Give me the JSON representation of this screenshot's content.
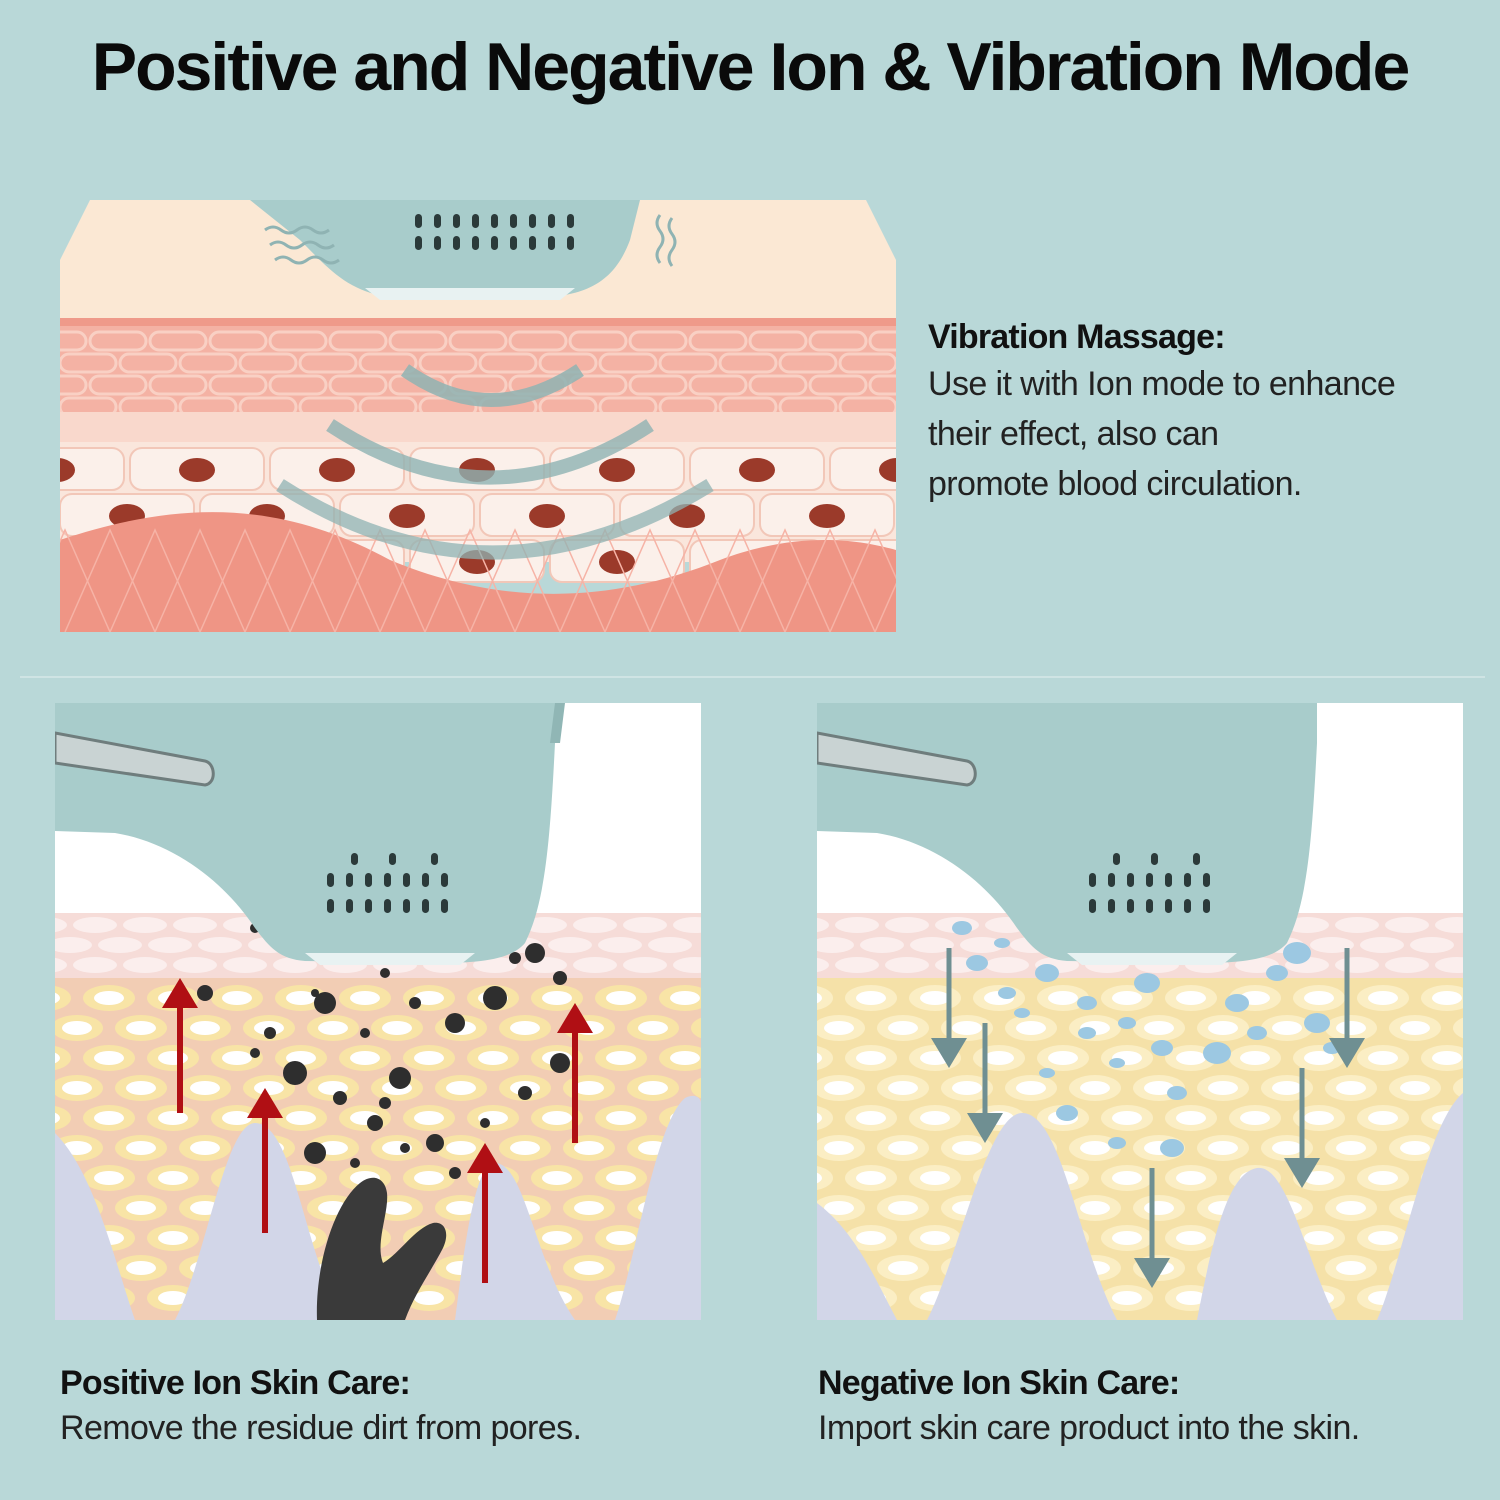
{
  "title": "Positive and Negative Ion & Vibration Mode",
  "vibration": {
    "heading": "Vibration Massage:",
    "lines": [
      "Use it with Ion mode to enhance",
      "their effect, also can",
      "promote blood circulation."
    ]
  },
  "positive": {
    "heading": "Positive Ion Skin Care:",
    "body": "Remove the residue dirt from pores."
  },
  "negative": {
    "heading": "Negative Ion Skin Care:",
    "body": "Import skin care product into the skin."
  },
  "colors": {
    "background": "#b9d8d8",
    "device": "#a8cccb",
    "skin_top": "#fbe8d4",
    "skin_pink": "#f0a99a",
    "dermis": "#ef9585",
    "cell_nucleus": "#9b3a2a",
    "positive_arrow": "#b00f14",
    "negative_arrow": "#6f8f92",
    "product_drop": "#9cc8e2",
    "dirt": "#2e2e2e"
  }
}
